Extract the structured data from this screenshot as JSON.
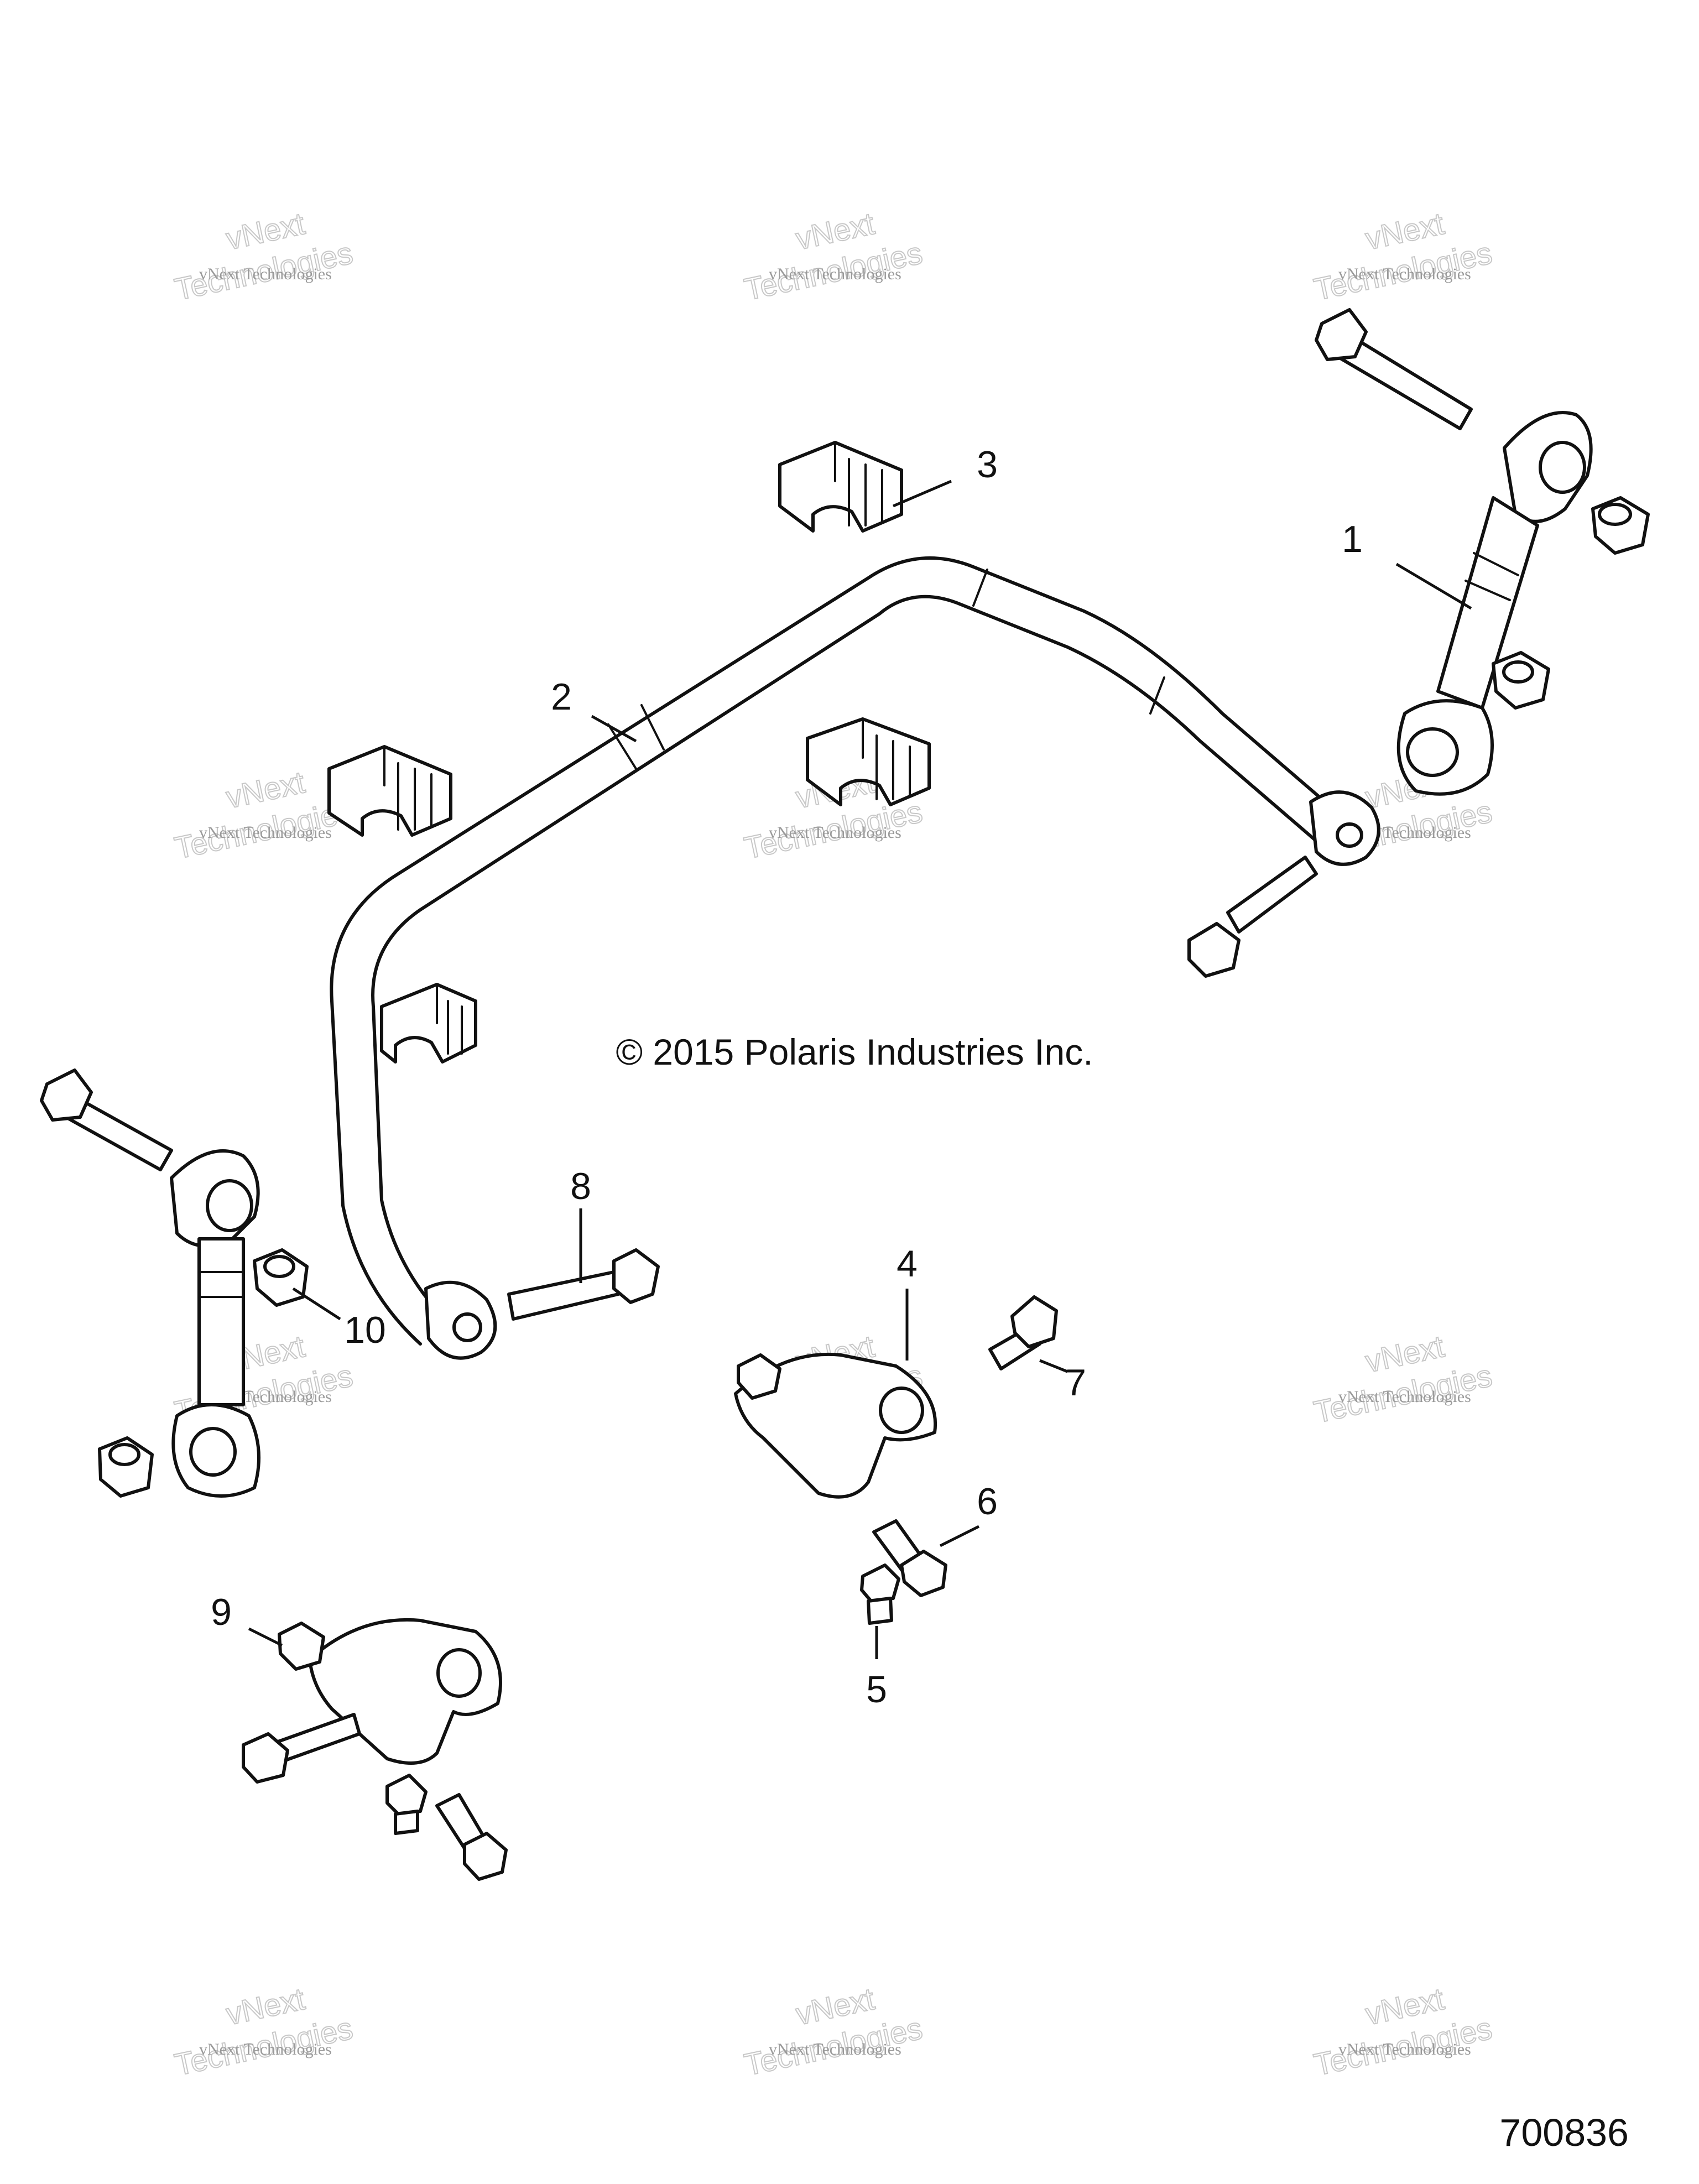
{
  "watermark": {
    "small_text": "vNext Technologies",
    "large_line1": "vNext",
    "large_line2": "Technologies"
  },
  "copyright": "© 2015 Polaris Industries Inc.",
  "drawing_number": "700836",
  "callouts": [
    "1",
    "2",
    "3",
    "4",
    "5",
    "6",
    "7",
    "8",
    "9",
    "10"
  ]
}
